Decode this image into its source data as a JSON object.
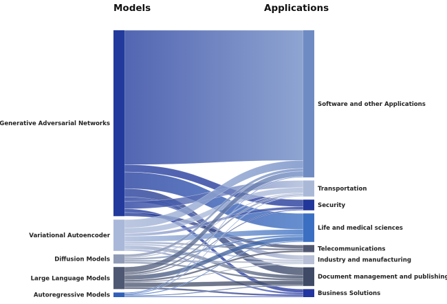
{
  "headers": {
    "left": "Models",
    "right": "Applications"
  },
  "diagram": {
    "type": "sankey",
    "sources": [
      {
        "name": "Generative Adversarial Networks",
        "color": "#213a9c"
      },
      {
        "name": "Variational Autoencoder",
        "color": "#a9b8d9"
      },
      {
        "name": "Diffusion Models",
        "color": "#8f9bb6"
      },
      {
        "name": "Large Language Models",
        "color": "#4e5873"
      },
      {
        "name": "Autoregressive Models",
        "color": "#2f5fb8"
      }
    ],
    "targets": [
      {
        "name": "Software and other Applications",
        "color": "#6f8bc4"
      },
      {
        "name": "Transportation",
        "color": "#aab8d8"
      },
      {
        "name": "Security",
        "color": "#22379a"
      },
      {
        "name": "Life and medical sciences",
        "color": "#3b6fc2"
      },
      {
        "name": "Telecommunications",
        "color": "#4f5670"
      },
      {
        "name": "Industry and manufacturing",
        "color": "#b7c0d6"
      },
      {
        "name": "Document management and publishing",
        "color": "#3e4a66"
      },
      {
        "name": "Business Solutions",
        "color": "#2335a0"
      }
    ],
    "flows": [
      {
        "source": 0,
        "target": 0,
        "value": 146
      },
      {
        "source": 0,
        "target": 2,
        "value": 8
      },
      {
        "source": 0,
        "target": 3,
        "value": 18
      },
      {
        "source": 0,
        "target": 6,
        "value": 9
      },
      {
        "source": 0,
        "target": 5,
        "value": 5
      },
      {
        "source": 0,
        "target": 1,
        "value": 8
      },
      {
        "source": 0,
        "target": 7,
        "value": 4
      },
      {
        "source": 0,
        "target": 4,
        "value": 4
      },
      {
        "source": 1,
        "target": 0,
        "value": 9
      },
      {
        "source": 1,
        "target": 1,
        "value": 6
      },
      {
        "source": 1,
        "target": 2,
        "value": 3
      },
      {
        "source": 1,
        "target": 3,
        "value": 6
      },
      {
        "source": 1,
        "target": 4,
        "value": 2
      },
      {
        "source": 1,
        "target": 5,
        "value": 2
      },
      {
        "source": 1,
        "target": 6,
        "value": 4
      },
      {
        "source": 1,
        "target": 7,
        "value": 2
      },
      {
        "source": 2,
        "target": 0,
        "value": 3
      },
      {
        "source": 2,
        "target": 1,
        "value": 1
      },
      {
        "source": 2,
        "target": 3,
        "value": 2
      },
      {
        "source": 2,
        "target": 5,
        "value": 2
      },
      {
        "source": 2,
        "target": 6,
        "value": 2
      },
      {
        "source": 3,
        "target": 0,
        "value": 6
      },
      {
        "source": 3,
        "target": 1,
        "value": 2
      },
      {
        "source": 3,
        "target": 2,
        "value": 1
      },
      {
        "source": 3,
        "target": 3,
        "value": 5
      },
      {
        "source": 3,
        "target": 4,
        "value": 2
      },
      {
        "source": 3,
        "target": 5,
        "value": 1
      },
      {
        "source": 3,
        "target": 6,
        "value": 5
      },
      {
        "source": 3,
        "target": 7,
        "value": 2
      },
      {
        "source": 4,
        "target": 0,
        "value": 1
      },
      {
        "source": 4,
        "target": 1,
        "value": 1
      },
      {
        "source": 4,
        "target": 3,
        "value": 1
      },
      {
        "source": 4,
        "target": 6,
        "value": 1
      },
      {
        "source": 4,
        "target": 7,
        "value": 1
      }
    ]
  }
}
